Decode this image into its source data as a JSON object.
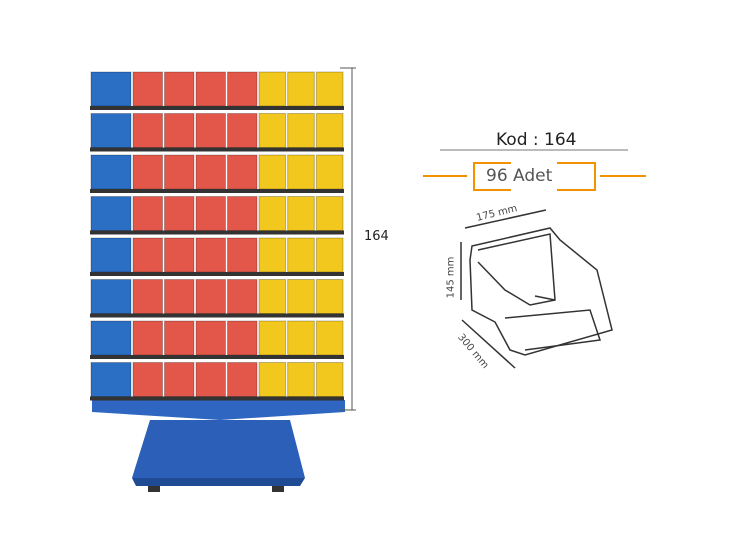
{
  "product": {
    "height_label": "164",
    "code_label": "Kod : 164",
    "quantity_label": "96 Adet",
    "dimensions": {
      "width": "175 mm",
      "height": "145 mm",
      "depth": "300 mm"
    }
  },
  "colors": {
    "blue_bins": "#2a6fc4",
    "red_bins": "#e2574a",
    "yellow_bins": "#f2c81e",
    "stand": "#2b5fb8",
    "accent_orange": "#f39200"
  }
}
